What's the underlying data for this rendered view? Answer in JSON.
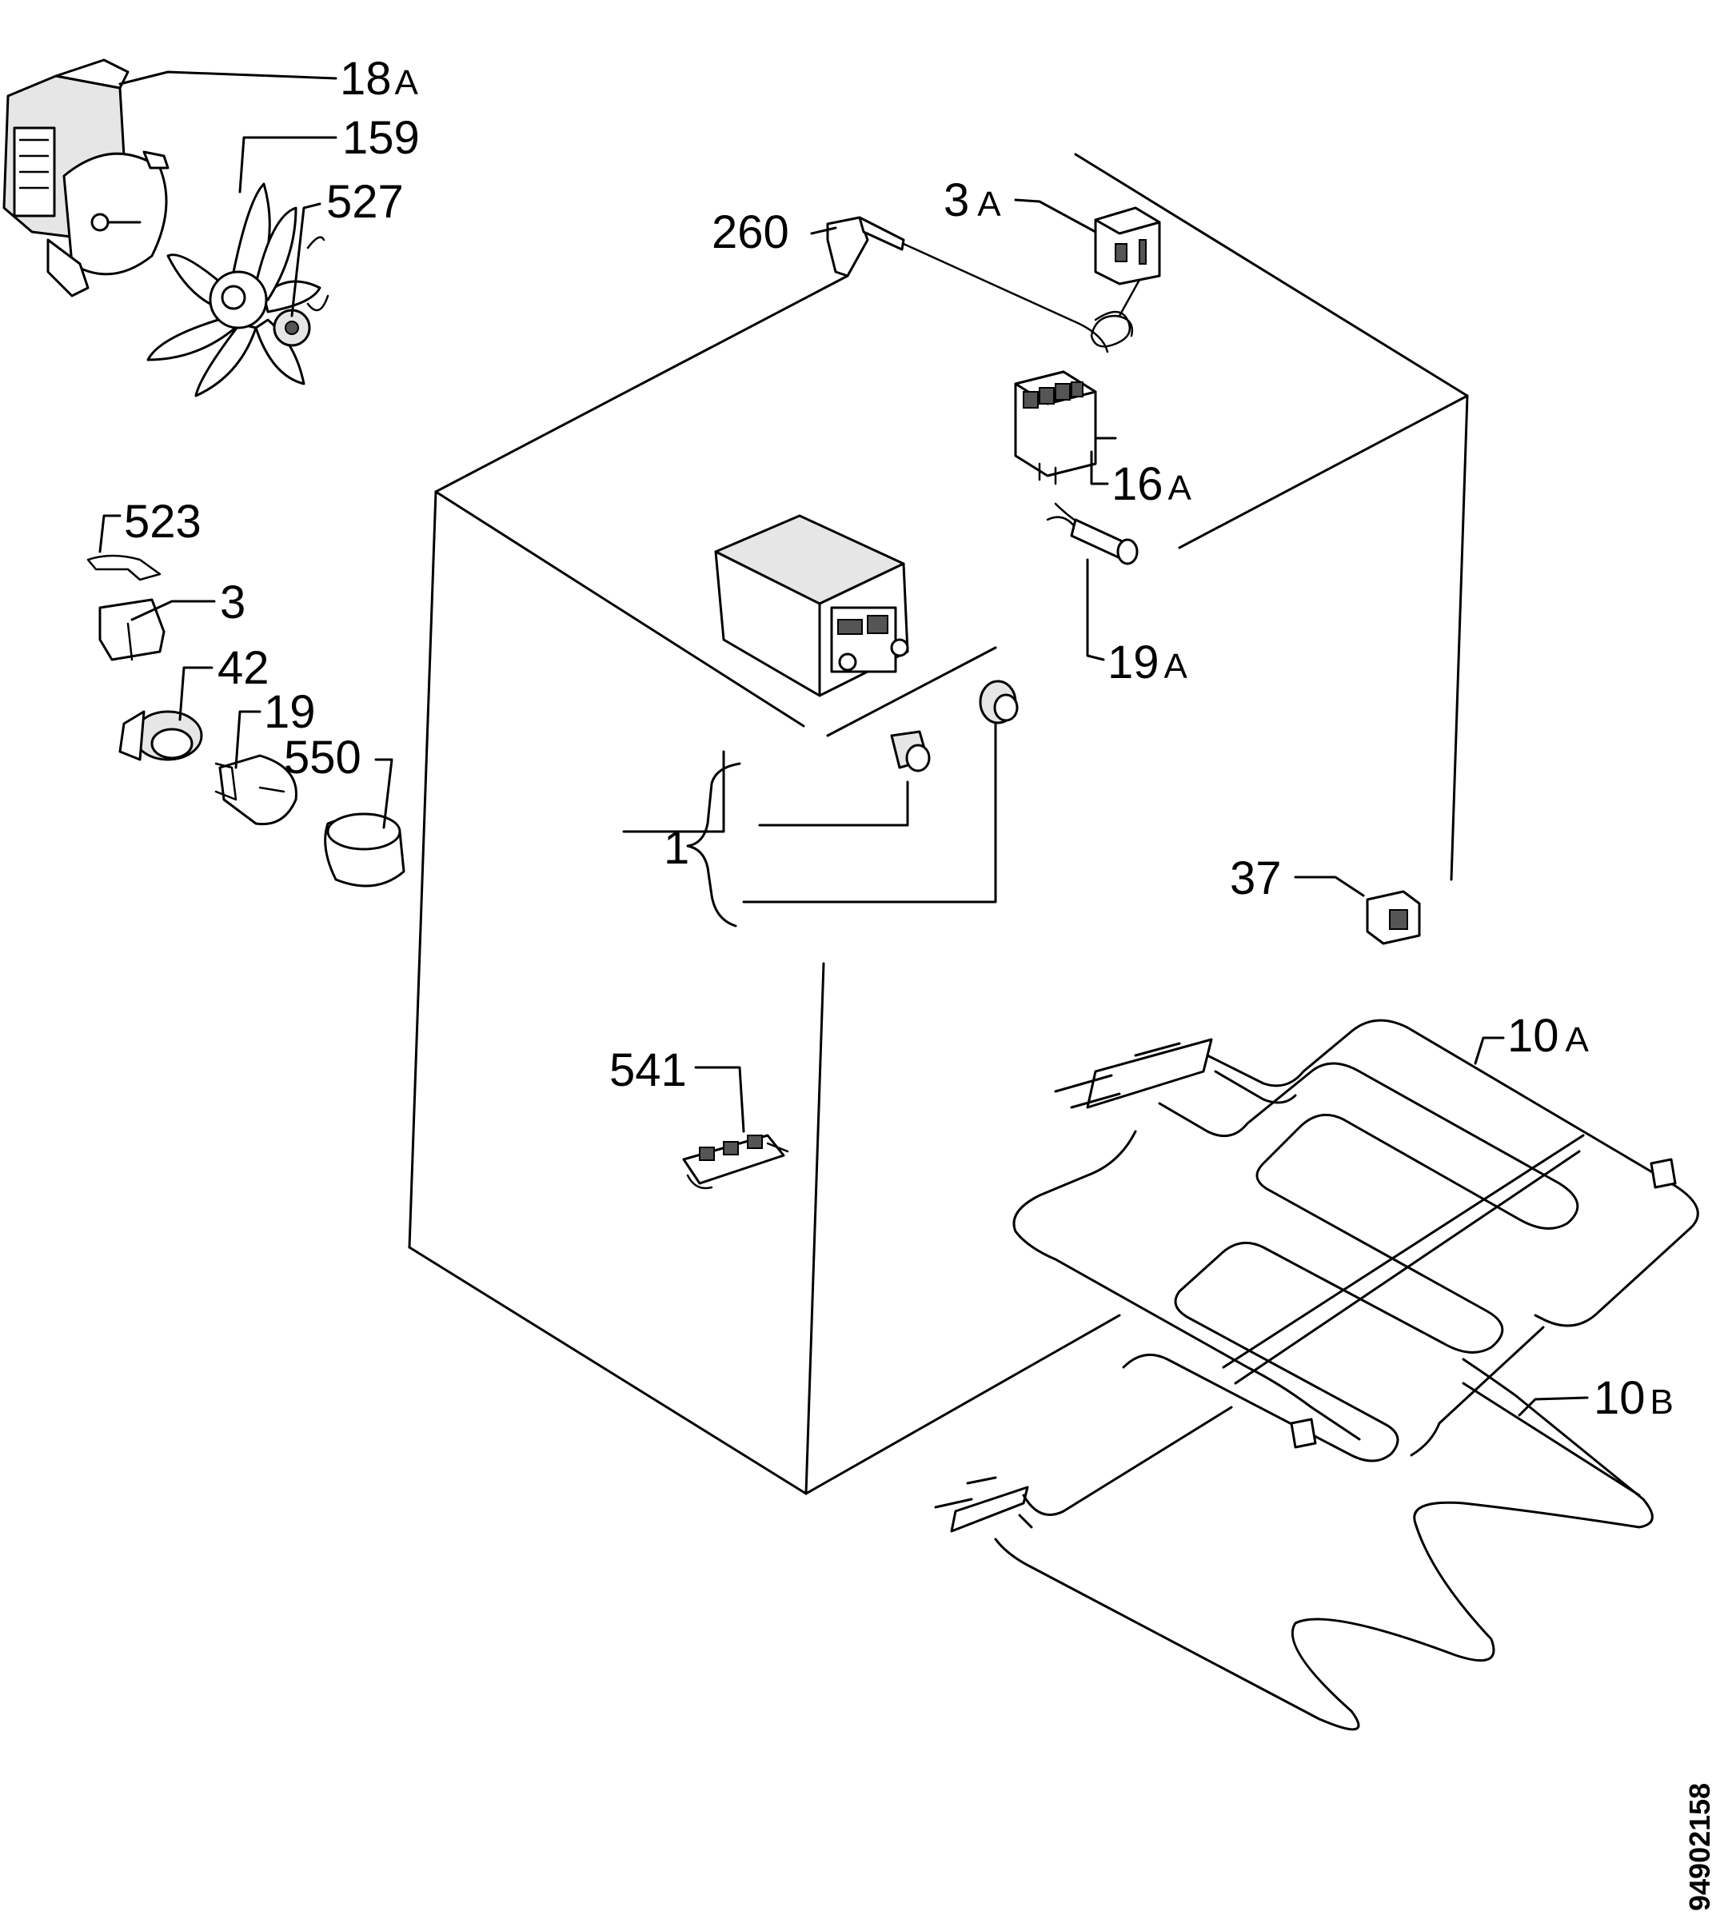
{
  "callouts": [
    {
      "id": "18a",
      "num": "18",
      "suffix": "A"
    },
    {
      "id": "159",
      "num": "159",
      "suffix": ""
    },
    {
      "id": "527",
      "num": "527",
      "suffix": ""
    },
    {
      "id": "260",
      "num": "260",
      "suffix": ""
    },
    {
      "id": "3a",
      "num": "3",
      "suffix": "A"
    },
    {
      "id": "16a",
      "num": "16",
      "suffix": "A"
    },
    {
      "id": "19a",
      "num": "19",
      "suffix": "A"
    },
    {
      "id": "523",
      "num": "523",
      "suffix": ""
    },
    {
      "id": "3",
      "num": "3",
      "suffix": ""
    },
    {
      "id": "42",
      "num": "42",
      "suffix": ""
    },
    {
      "id": "19",
      "num": "19",
      "suffix": ""
    },
    {
      "id": "550",
      "num": "550",
      "suffix": ""
    },
    {
      "id": "1",
      "num": "1",
      "suffix": ""
    },
    {
      "id": "37",
      "num": "37",
      "suffix": ""
    },
    {
      "id": "10a",
      "num": "10",
      "suffix": "A"
    },
    {
      "id": "541",
      "num": "541",
      "suffix": ""
    },
    {
      "id": "10b",
      "num": "10",
      "suffix": "B"
    }
  ],
  "drawing_code": "94902158"
}
